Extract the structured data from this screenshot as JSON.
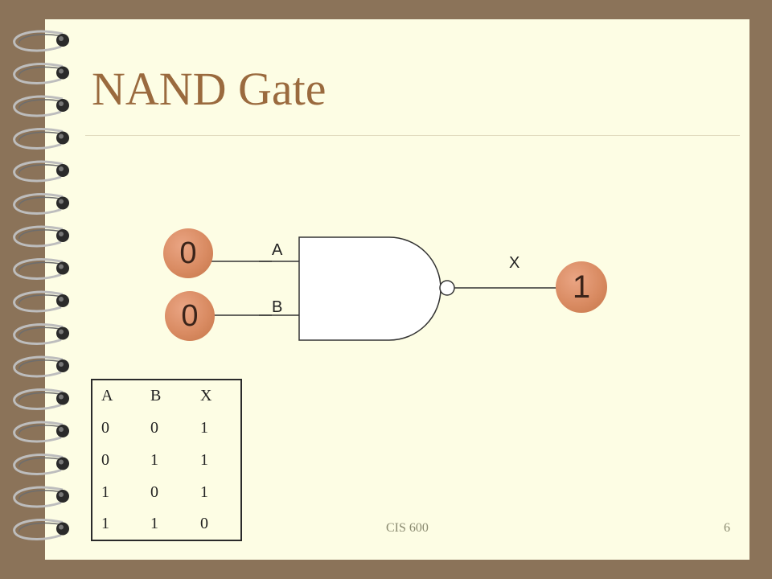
{
  "slide": {
    "title": "NAND Gate",
    "footer_left": "CIS 600",
    "page_number": "6"
  },
  "gate": {
    "input_a_label": "A",
    "input_b_label": "B",
    "output_label": "X",
    "input_a_value": "0",
    "input_b_value": "0",
    "output_value": "1"
  },
  "truth_table": {
    "headers": [
      "A",
      "B",
      "X"
    ],
    "rows": [
      [
        "0",
        "0",
        "1"
      ],
      [
        "0",
        "1",
        "1"
      ],
      [
        "1",
        "0",
        "1"
      ],
      [
        "1",
        "1",
        "0"
      ]
    ]
  },
  "colors": {
    "background": "#8b7359",
    "slide": "#fdfde4",
    "title": "#9a6a3e",
    "led": "#d98b62"
  }
}
